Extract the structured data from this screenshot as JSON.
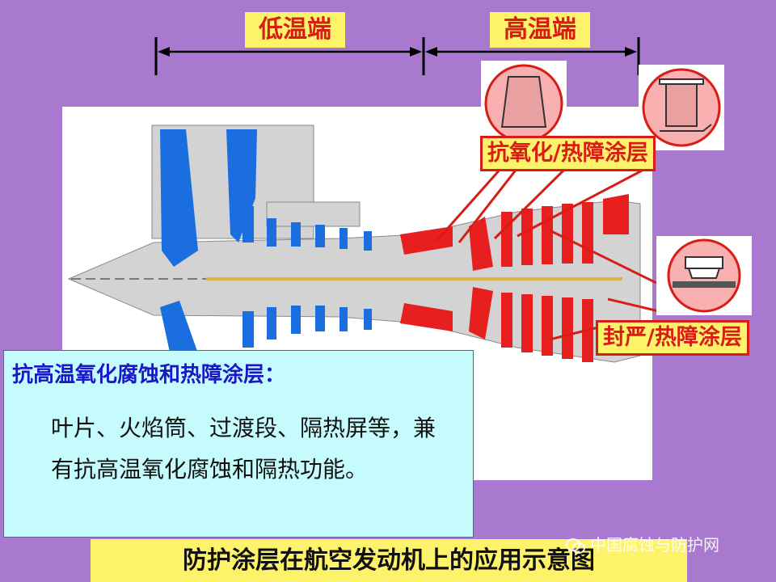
{
  "regions": {
    "low_temp": "低温端",
    "high_temp": "高温端"
  },
  "tags": {
    "oxidation_tbc": "抗氧化/热障涂层",
    "seal_tbc": "封严/热障涂层"
  },
  "info": {
    "title": "抗高温氧化腐蚀和热障涂层：",
    "body": "叶片、火焰筒、过渡段、隔热屏等，兼有抗高温氧化腐蚀和隔热功能。"
  },
  "caption": "防护涂层在航空发动机上的应用示意图",
  "watermark": "中国腐蚀与防护网",
  "colors": {
    "background": "#a979cf",
    "label_yellow": "#fdf36a",
    "accent_red": "#d81d16",
    "cold_blue": "#1a6ee0",
    "info_cyan": "#c6fbfd"
  }
}
